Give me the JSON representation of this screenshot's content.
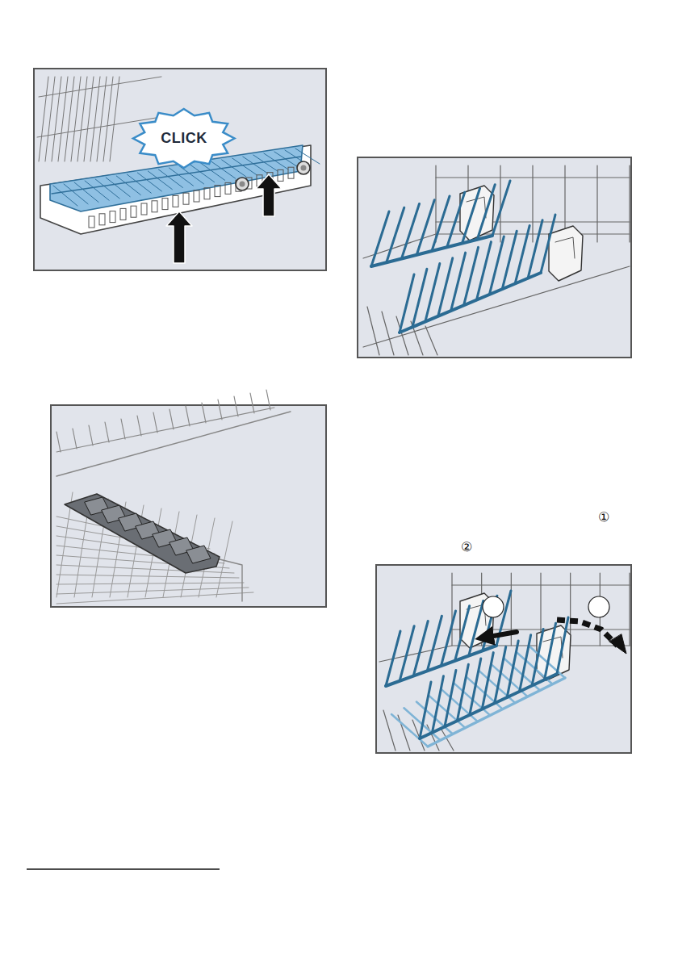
{
  "diagram": {
    "nodes": [
      {
        "text": [
          "CLICK"
        ]
      }
    ],
    "labels": [
      "①",
      "②"
    ]
  }
}
